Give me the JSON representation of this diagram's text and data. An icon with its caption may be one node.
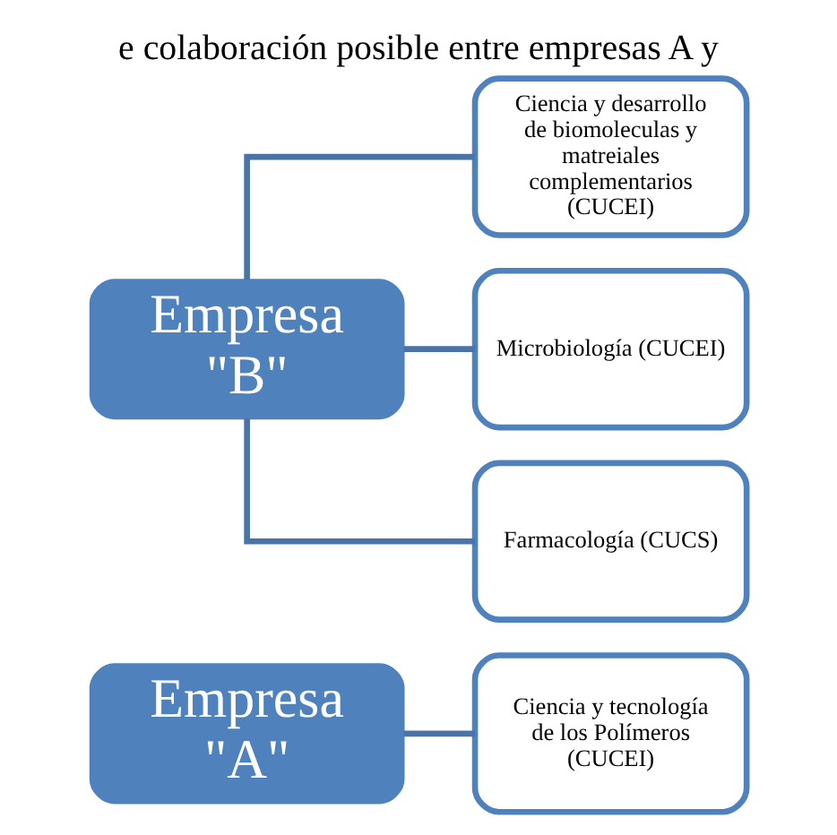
{
  "diagram": {
    "title": "e colaboración posible entre empresas A y",
    "nodes": [
      {
        "text": [
          "Empresa \"A\""
        ]
      },
      {
        "text": [
          "Ciencia y tecnología de los Polímeros (CUCEI)"
        ]
      },
      {
        "text": [
          "Empresa \"B\""
        ]
      },
      {
        "text": [
          "Ciencia y desarrollo de biomoleculas y matreiales complementarios (CUCEI)"
        ]
      },
      {
        "text": [
          "Microbiología (CUCEI)"
        ]
      },
      {
        "text": [
          "Farmacología (CUCS)"
        ]
      }
    ],
    "edges": [
      {
        "from": 0,
        "to": 1,
        "arrow": "none"
      },
      {
        "from": 2,
        "to": 3,
        "arrow": "none"
      },
      {
        "from": 2,
        "to": 4,
        "arrow": "none"
      },
      {
        "from": 2,
        "to": 5,
        "arrow": "none"
      }
    ]
  }
}
